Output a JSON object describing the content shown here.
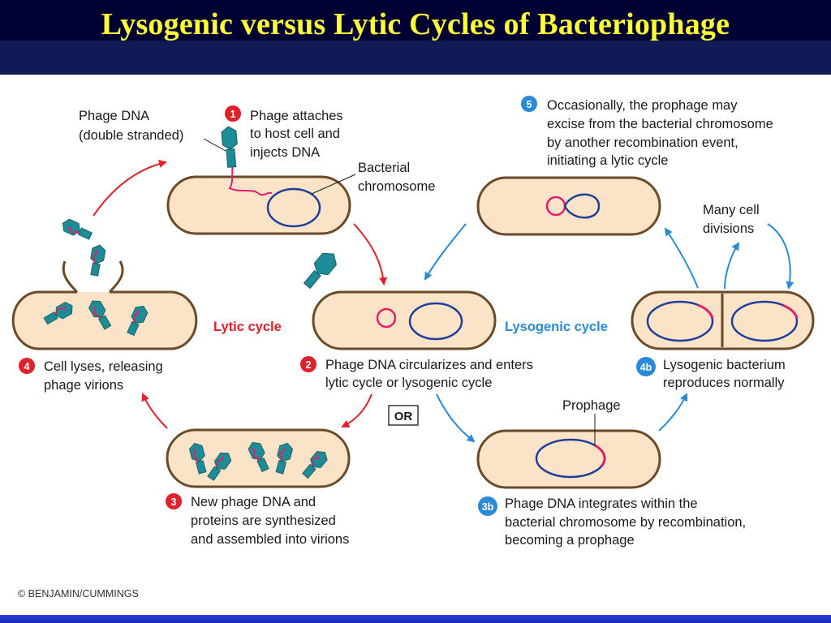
{
  "title": "Lysogenic versus Lytic Cycles of Bacteriophage",
  "colors": {
    "title_text": "#ffff33",
    "title_background": "#000033",
    "cell_fill": "#fbe3c8",
    "cell_stroke": "#6b4a2a",
    "lytic_arrows": "#e0202a",
    "lysogenic_arrows": "#2a8ad6",
    "chromosome": "#1f3f9a",
    "phage_dna": "#e0206a",
    "phage_body": "#1e8c96"
  },
  "labels": {
    "phage_dna": [
      "Phage DNA",
      "(double stranded)"
    ],
    "bacterial_chromosome": [
      "Bacterial",
      "chromosome"
    ],
    "prophage": "Prophage",
    "many_cell_divisions": [
      "Many cell",
      "divisions"
    ],
    "or": "OR",
    "lytic_cycle": "Lytic cycle",
    "lysogenic_cycle": "Lysogenic cycle"
  },
  "steps": {
    "s1": {
      "badge": "1",
      "lines": [
        "Phage attaches",
        "to host cell and",
        "injects DNA"
      ]
    },
    "s2": {
      "badge": "2",
      "lines": [
        "Phage DNA circularizes and enters",
        "lytic cycle or lysogenic cycle"
      ]
    },
    "s3": {
      "badge": "3",
      "lines": [
        "New phage DNA and",
        "proteins are synthesized",
        "and assembled into virions"
      ]
    },
    "s4": {
      "badge": "4",
      "lines": [
        "Cell lyses, releasing",
        "phage virions"
      ]
    },
    "s3b": {
      "badge": "3b",
      "lines": [
        "Phage DNA integrates within the",
        "bacterial chromosome by recombination,",
        "becoming a prophage"
      ]
    },
    "s4b": {
      "badge": "4b",
      "lines": [
        "Lysogenic bacterium",
        "reproduces normally"
      ]
    },
    "s5": {
      "badge": "5",
      "lines": [
        "Occasionally, the prophage may",
        "excise from the bacterial chromosome",
        "by another recombination event,",
        "initiating a lytic cycle"
      ]
    }
  },
  "copyright": "© BENJAMIN/CUMMINGS"
}
